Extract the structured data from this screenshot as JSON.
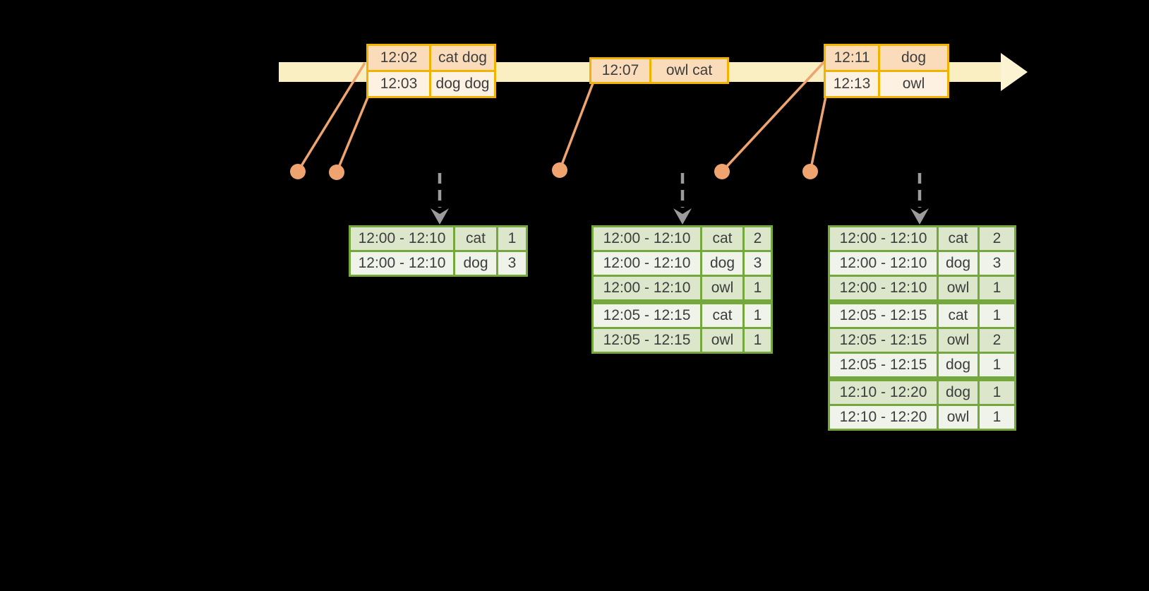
{
  "palette": {
    "band_fill": "#FAEEC3",
    "arrowhead_fill": "#FCF3D3",
    "event_border": "#F2B200",
    "event_row_dark": "#FADCBB",
    "event_row_light": "#FDF1E2",
    "connector": "#EFA470",
    "result_border": "#74A83C",
    "result_row_dark": "#DBE6CB",
    "result_row_light": "#EFF3E9",
    "trigger_arrow": "#9C9C9C",
    "text": "#3D3D3D",
    "background": "#000000"
  },
  "event_tables": [
    {
      "rows": [
        {
          "time": "12:02",
          "words": "cat dog"
        },
        {
          "time": "12:03",
          "words": "dog dog"
        }
      ]
    },
    {
      "rows": [
        {
          "time": "12:07",
          "words": "owl cat"
        }
      ]
    },
    {
      "rows": [
        {
          "time": "12:11",
          "words": "dog"
        },
        {
          "time": "12:13",
          "words": "owl"
        }
      ]
    }
  ],
  "result_tables": [
    {
      "rows": [
        {
          "window": "12:00 - 12:10",
          "word": "cat",
          "count": 1
        },
        {
          "window": "12:00 - 12:10",
          "word": "dog",
          "count": 3
        }
      ]
    },
    {
      "rows": [
        {
          "window": "12:00 - 12:10",
          "word": "cat",
          "count": 2
        },
        {
          "window": "12:00 - 12:10",
          "word": "dog",
          "count": 3
        },
        {
          "window": "12:00 - 12:10",
          "word": "owl",
          "count": 1
        },
        {
          "window": "12:05 - 12:15",
          "word": "cat",
          "count": 1
        },
        {
          "window": "12:05 - 12:15",
          "word": "owl",
          "count": 1
        }
      ]
    },
    {
      "rows": [
        {
          "window": "12:00 - 12:10",
          "word": "cat",
          "count": 2
        },
        {
          "window": "12:00 - 12:10",
          "word": "dog",
          "count": 3
        },
        {
          "window": "12:00 - 12:10",
          "word": "owl",
          "count": 1
        },
        {
          "window": "12:05 - 12:15",
          "word": "cat",
          "count": 1
        },
        {
          "window": "12:05 - 12:15",
          "word": "owl",
          "count": 2
        },
        {
          "window": "12:05 - 12:15",
          "word": "dog",
          "count": 1
        },
        {
          "window": "12:10 - 12:20",
          "word": "dog",
          "count": 1
        },
        {
          "window": "12:10 - 12:20",
          "word": "owl",
          "count": 1
        }
      ]
    }
  ]
}
